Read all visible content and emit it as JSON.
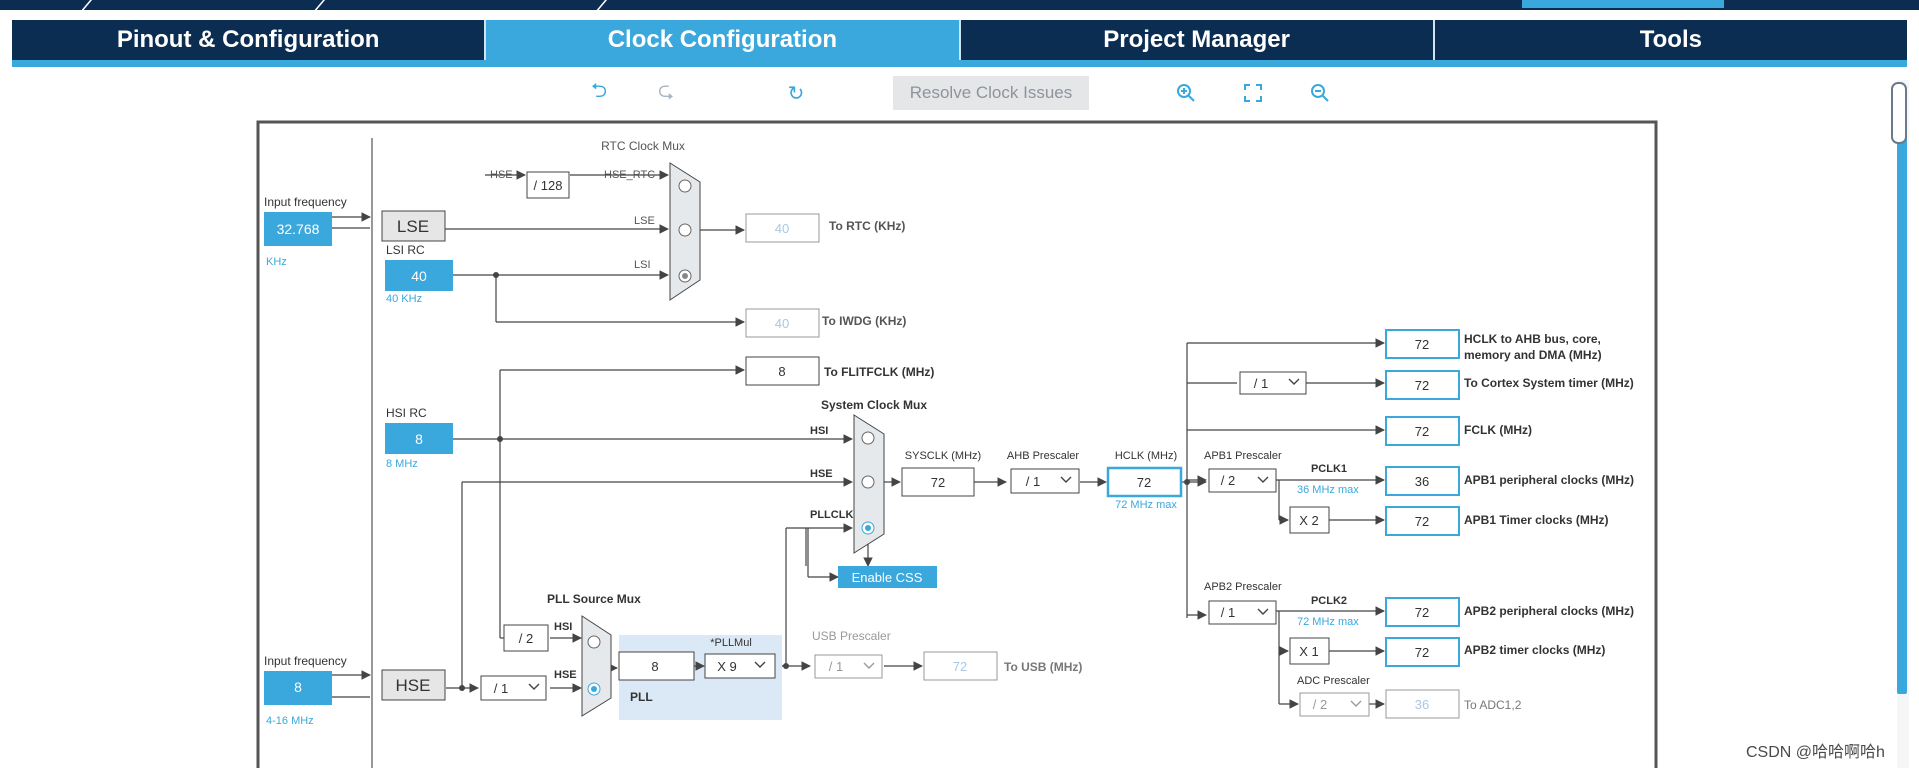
{
  "tabs": [
    {
      "label": "Pinout & Configuration"
    },
    {
      "label": "Clock Configuration"
    },
    {
      "label": "Project Manager"
    },
    {
      "label": "Tools"
    }
  ],
  "active_tab": "Clock Configuration",
  "toolbar": {
    "undo_icon": "undo-icon",
    "redo_icon": "redo-icon",
    "reset_icon": "reset-icon",
    "resolve_label": "Resolve Clock Issues",
    "zoom_in_icon": "zoom-in-icon",
    "fit_icon": "fit-to-window-icon",
    "zoom_out_icon": "zoom-out-icon"
  },
  "diagram": {
    "lse_input": {
      "label": "Input frequency",
      "value": "32.768",
      "unit": "KHz"
    },
    "lse_box": "LSE",
    "lsi": {
      "label": "LSI RC",
      "value": "40",
      "unit": "40 KHz"
    },
    "hsi": {
      "label": "HSI RC",
      "value": "8",
      "unit": "8 MHz"
    },
    "hse_input": {
      "label": "Input frequency",
      "value": "8",
      "range": "4-16 MHz"
    },
    "hse_box": "HSE",
    "rtc": {
      "mux_title": "RTC Clock Mux",
      "hse_label": "HSE",
      "div128": "/ 128",
      "hse_rtc_label": "HSE_RTC",
      "lse_label": "LSE",
      "lsi_label": "LSI",
      "value": "40",
      "out_label": "To RTC (KHz)"
    },
    "iwdg": {
      "value": "40",
      "out_label": "To IWDG (KHz)"
    },
    "flitf": {
      "value": "8",
      "out_label": "To FLITFCLK (MHz)"
    },
    "sysmux": {
      "title": "System Clock Mux",
      "hsi": "HSI",
      "hse": "HSE",
      "pllclk": "PLLCLK"
    },
    "enable_css": "Enable CSS",
    "sysclk": {
      "label": "SYSCLK (MHz)",
      "value": "72"
    },
    "ahb": {
      "label": "AHB Prescaler",
      "value": "/ 1"
    },
    "hclk": {
      "label": "HCLK (MHz)",
      "value": "72",
      "max": "72 MHz max"
    },
    "outputs": {
      "ahb": {
        "value": "72",
        "label1": "HCLK to AHB bus, core,",
        "label2": "memory and DMA (MHz)"
      },
      "cortex_div": "/ 1",
      "cortex": {
        "value": "72",
        "label": "To Cortex System timer (MHz)"
      },
      "fclk": {
        "value": "72",
        "label": "FCLK (MHz)"
      }
    },
    "apb1": {
      "label": "APB1 Prescaler",
      "value": "/ 2",
      "pclk": "PCLK1",
      "max": "36 MHz max",
      "periph": "36",
      "periph_label": "APB1 peripheral clocks (MHz)",
      "mult": "X 2",
      "timer": "72",
      "timer_label": "APB1 Timer clocks (MHz)"
    },
    "apb2": {
      "label": "APB2 Prescaler",
      "value": "/ 1",
      "pclk": "PCLK2",
      "max": "72 MHz max",
      "periph": "72",
      "periph_label": "APB2 peripheral clocks (MHz)",
      "mult": "X 1",
      "timer": "72",
      "timer_label": "APB2 timer clocks (MHz)"
    },
    "adc": {
      "label": "ADC Prescaler",
      "value": "/ 2",
      "out": "36",
      "out_label": "To ADC1,2"
    },
    "pll": {
      "src_title": "PLL Source Mux",
      "hsi_div": "/ 2",
      "hsi": "HSI",
      "hse": "HSE",
      "hse_div": "/ 1",
      "value": "8",
      "mul_label": "*PLLMul",
      "mul": "X 9",
      "pll_label": "PLL"
    },
    "usb": {
      "label": "USB Prescaler",
      "value": "/ 1",
      "out": "72",
      "out_label": "To USB (MHz)"
    }
  },
  "watermark": "CSDN @哈哈啊哈h",
  "colors": {
    "navy": "#0c2d52",
    "accent": "#3aa8dc",
    "mux_fill": "#e6e9ec",
    "pll_area": "#dbe9f6"
  }
}
